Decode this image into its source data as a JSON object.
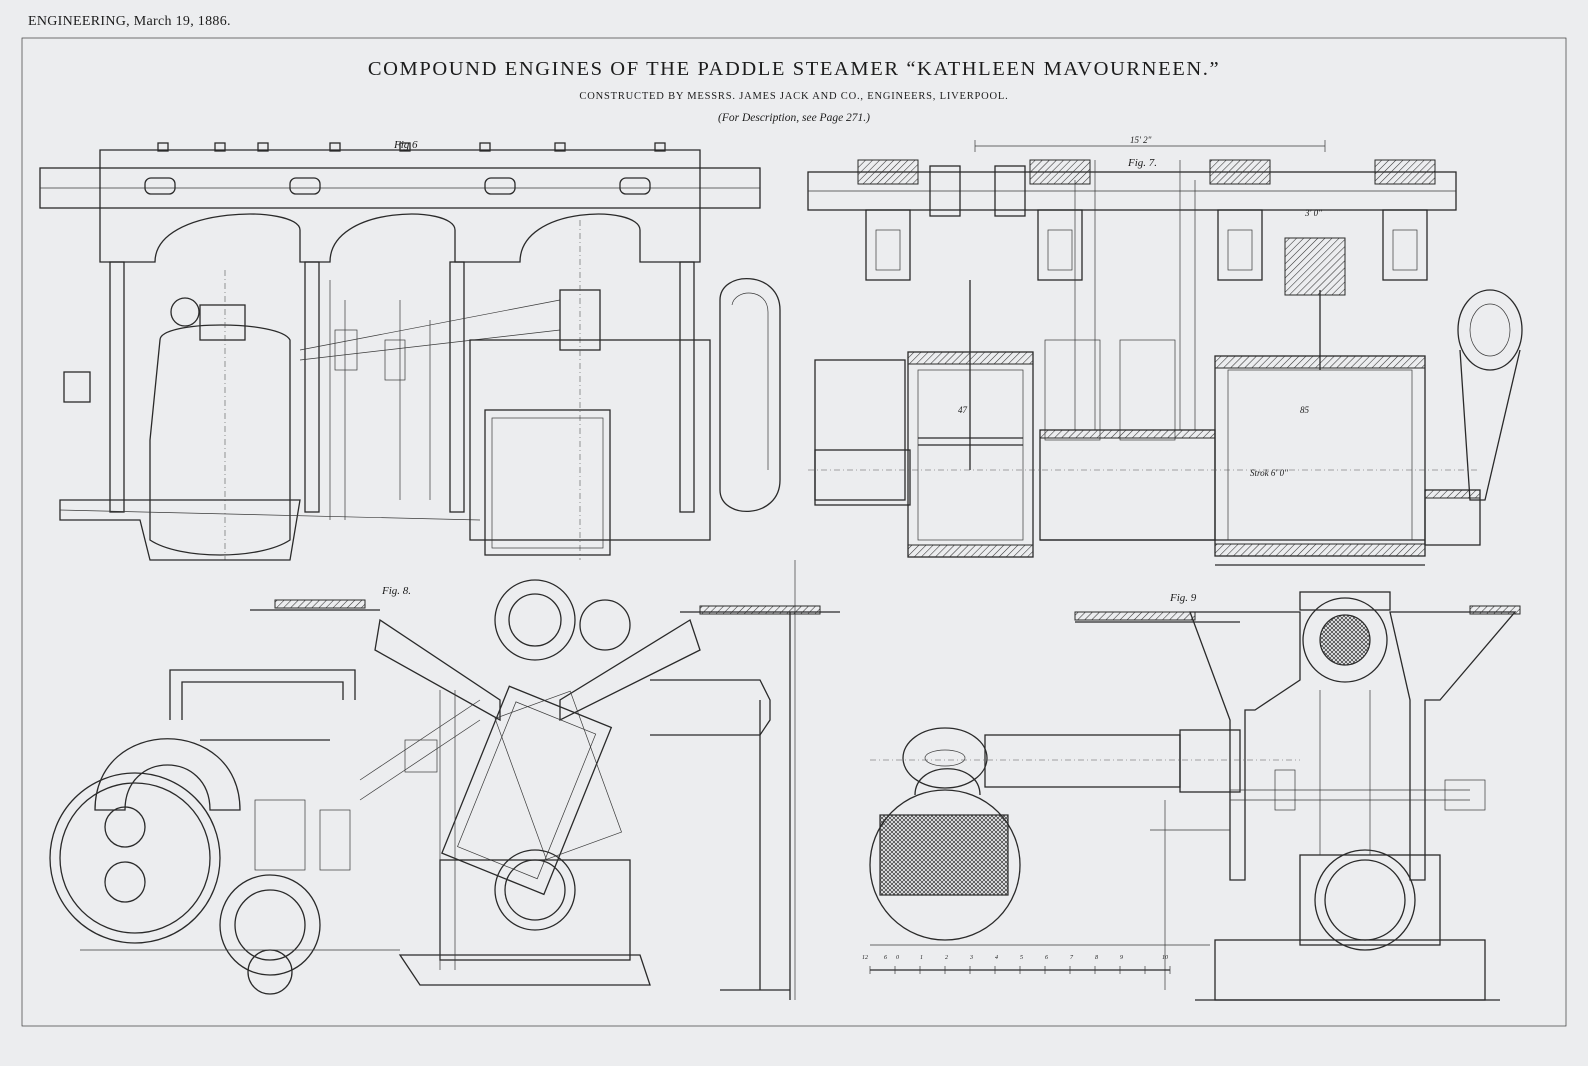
{
  "masthead": "ENGINEERING, March 19, 1886.",
  "title": "COMPOUND ENGINES OF THE PADDLE STEAMER “KATHLEEN MAVOURNEEN.”",
  "subtitle": "CONSTRUCTED BY MESSRS. JAMES JACK AND CO., ENGINEERS, LIVERPOOL.",
  "note": "(For Description, see Page 271.)",
  "figures": {
    "fig6": {
      "label": "Fig 6"
    },
    "fig7": {
      "label": "Fig. 7.",
      "dimension_span": "15' 2\"",
      "dimension_height": "3' 0\"",
      "stroke": "Strok 6' 0\"",
      "dia_small": "47",
      "dia_large": "85"
    },
    "fig8": {
      "label": "Fig. 8."
    },
    "fig9": {
      "label": "Fig. 9"
    }
  },
  "scale_bar": {
    "ticks": [
      "12",
      "6",
      "0",
      "1",
      "2",
      "3",
      "4",
      "5",
      "6",
      "7",
      "8",
      "9",
      "10"
    ]
  },
  "colors": {
    "paper": "#ecedef",
    "ink": "#1c1c1c"
  }
}
